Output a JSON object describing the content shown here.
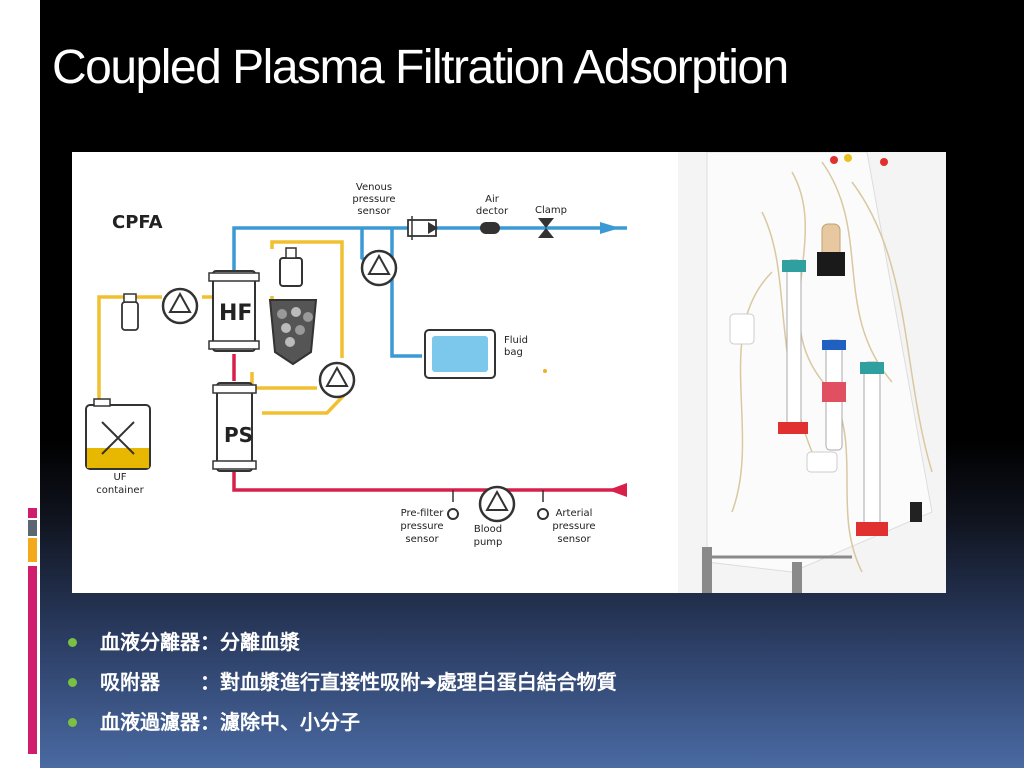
{
  "slide": {
    "title": "Coupled Plasma Filtration Adsorption"
  },
  "diagram": {
    "label_cpfa": "CPFA",
    "label_hf": "HF",
    "label_ps": "PS",
    "venous_sensor": [
      "Venous",
      "pressure",
      "sensor"
    ],
    "air_detector": [
      "Air",
      "dector"
    ],
    "clamp": "Clamp",
    "fluid_bag": [
      "Fluid",
      "bag"
    ],
    "uf_container": [
      "UF",
      "container"
    ],
    "prefilter_sensor": [
      "Pre-filter",
      "pressure",
      "sensor"
    ],
    "blood_pump": [
      "Blood",
      "pump"
    ],
    "arterial_sensor": [
      "Arterial",
      "pressure",
      "sensor"
    ],
    "colors": {
      "blue": "#3b9ad6",
      "yellow": "#f0c030",
      "red": "#d9204a"
    }
  },
  "bullets": [
    "血液分離器：分離血漿",
    "吸附器　　：對血漿進行直接性吸附➔處理白蛋白結合物質",
    "血液過濾器：濾除中、小分子"
  ]
}
